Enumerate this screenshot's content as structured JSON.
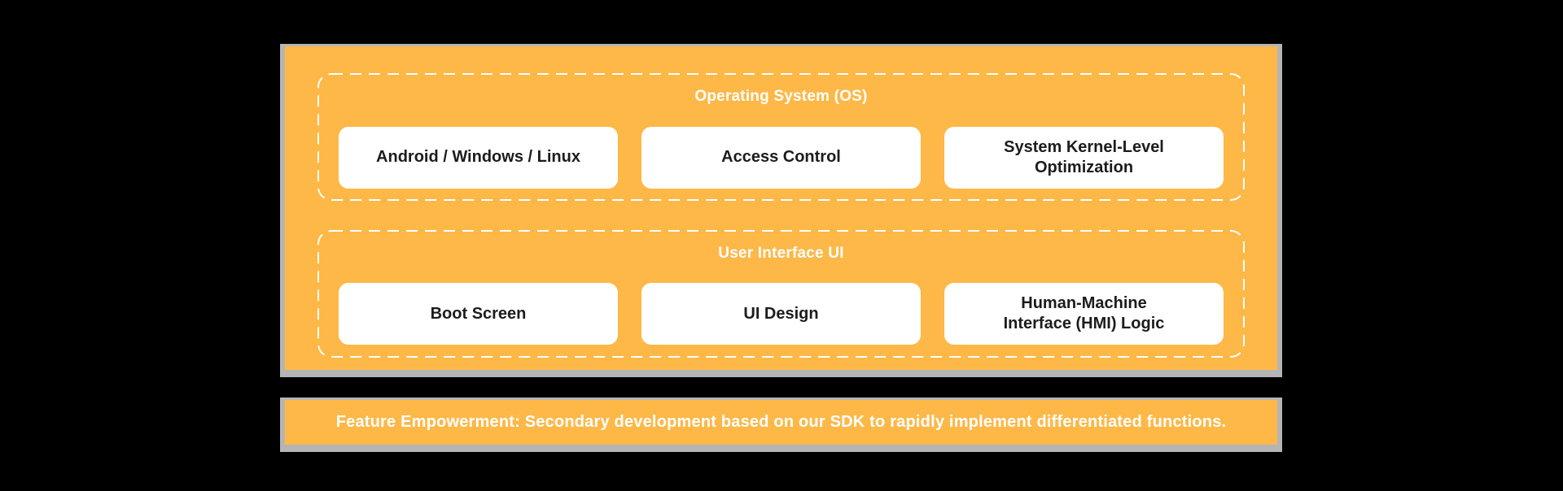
{
  "diagram": {
    "colors": {
      "background": "#000000",
      "panel_orange": "#FDB848",
      "shadow_gray": "#B5B5B5",
      "card_bg": "#FFFFFF",
      "card_text": "#1C1C1E",
      "section_title_text": "#FFFFFF",
      "dashed_border": "#FFFFFF"
    },
    "sections": [
      {
        "title": "Operating System (OS)",
        "cards": [
          "Android / Windows / Linux",
          "Access Control",
          "System Kernel-Level\nOptimization"
        ]
      },
      {
        "title": "User Interface UI",
        "cards": [
          "Boot Screen",
          "UI Design",
          "Human-Machine\nInterface (HMI) Logic"
        ]
      }
    ],
    "banner": {
      "text": "Feature Empowerment: Secondary development based on our SDK to rapidly implement differentiated functions."
    }
  }
}
